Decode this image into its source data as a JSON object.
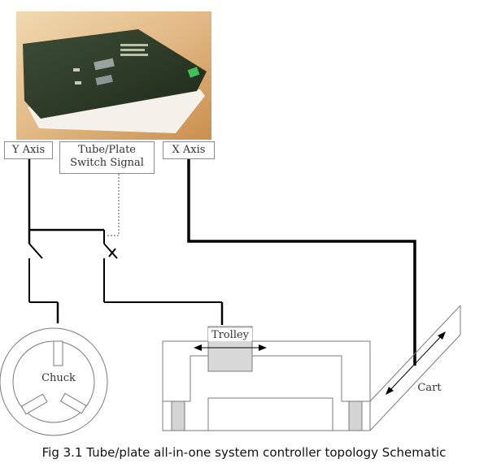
{
  "labels": {
    "y_axis": "Y Axis",
    "switch_line1": "Tube/Plate",
    "switch_line2": "Switch Signal",
    "x_axis": "X Axis",
    "chuck": "Chuck",
    "trolley": "Trolley",
    "cart": "Cart"
  },
  "caption": "Fig 3.1 Tube/plate all-in-one system controller topology Schematic",
  "colors": {
    "wire": "#000000",
    "outline": "#7a7a7a",
    "device_body": "#2b3a26",
    "photo_background": "#e8c89a",
    "label_border": "#8a8a8a"
  },
  "icons": {
    "controller": "controller-photo",
    "chuck": "chuck-icon",
    "arrow": "double-arrow-icon"
  }
}
